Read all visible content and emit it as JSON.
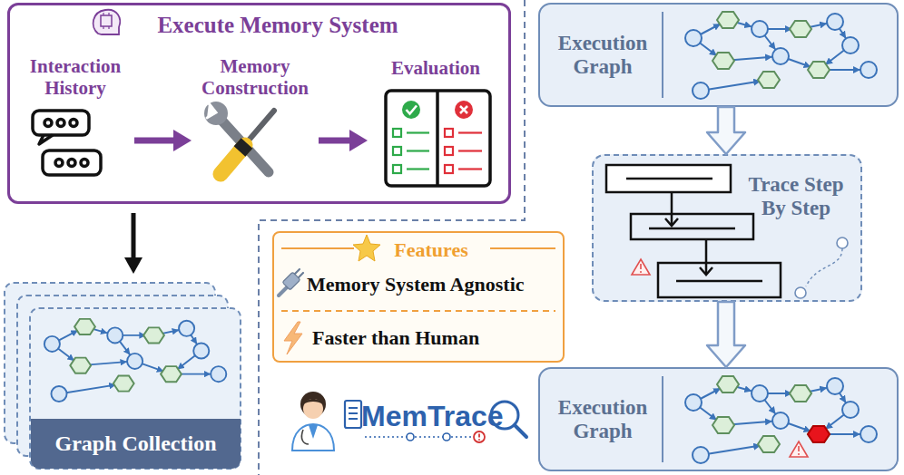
{
  "diagram": {
    "nodes": [
      {
        "text": [
          "Execute Memory System"
        ]
      },
      {
        "text": [
          "Interaction History"
        ],
        "in": 0
      },
      {
        "text": [
          "Memory Construction"
        ],
        "in": 0
      },
      {
        "text": [
          "Evaluation"
        ],
        "in": 0
      },
      {
        "text": [
          "Graph Collection"
        ]
      },
      {
        "text": [
          "Features",
          "Memory System Agnostic",
          "Faster than Human"
        ]
      },
      {
        "text": [
          "Execution Graph"
        ]
      },
      {
        "text": [
          "Trace Step By Step"
        ]
      },
      {
        "text": [
          "Execution Graph"
        ]
      }
    ],
    "edges": [
      {
        "from": 1,
        "to": 2,
        "arrow": "to"
      },
      {
        "from": 2,
        "to": 3,
        "arrow": "to"
      },
      {
        "from": 0,
        "to": 4,
        "arrow": "to"
      },
      {
        "from": 6,
        "to": 7,
        "arrow": "to"
      },
      {
        "from": 7,
        "to": 8,
        "arrow": "to"
      }
    ],
    "labels": [
      "MemTrace"
    ]
  }
}
